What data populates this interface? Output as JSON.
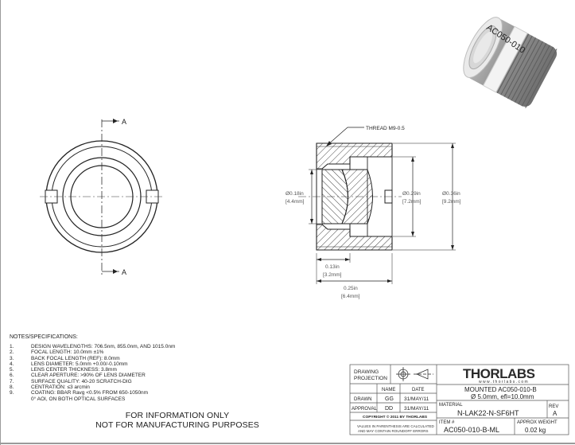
{
  "views": {
    "section_marker": "A",
    "thread_callout": "THREAD M9-0.5",
    "dims": {
      "d_outer_in": "Ø0.36in",
      "d_outer_mm": "[9.2mm]",
      "d_inner_in": "Ø0.29in",
      "d_inner_mm": "[7.2mm]",
      "d_aperture_in": "Ø0.18in",
      "d_aperture_mm": "[4.4mm]",
      "thick_in": "0.13in",
      "thick_mm": "[3.2mm]",
      "length_in": "0.25in",
      "length_mm": "[6.4mm]"
    },
    "photo_ring_text": "AC050-010"
  },
  "notes": {
    "title": "NOTES/SPECIFICATIONS:",
    "items": [
      {
        "num": "1.",
        "text": "DESIGN WAVELENGTHS: 706.5nm, 855.0nm, AND 1015.0nm"
      },
      {
        "num": "2.",
        "text": "FOCAL LENGTH: 10.0mm ±1%"
      },
      {
        "num": "3.",
        "text": "BACK FOCAL LENGTH (REF): 8.0mm"
      },
      {
        "num": "4.",
        "text": "LENS DIAMETER: 5.0mm +0.00/-0.10mm"
      },
      {
        "num": "5.",
        "text": "LENS CENTER THICKNESS: 3.8mm"
      },
      {
        "num": "6.",
        "text": "CLEAR APERTURE: >90% OF LENS DIAMETER"
      },
      {
        "num": "7.",
        "text": "SURFACE QUALITY: 40-20 SCRATCH-DIG"
      },
      {
        "num": "8.",
        "text": "CENTRATION: ≤3 arcmin"
      },
      {
        "num": "9.",
        "text": "COATING: BBAR Ravg <0.5% FROM 650-1050nm"
      },
      {
        "num": "",
        "text": "        0° AOI, ON BOTH OPTICAL SURFACES"
      }
    ]
  },
  "disclaimer": {
    "line1": "FOR INFORMATION ONLY",
    "line2": "NOT FOR MANUFACTURING PURPOSES"
  },
  "title_block": {
    "projection_label_1": "DRAWING",
    "projection_label_2": "PROJECTION",
    "col_name": "NAME",
    "col_date": "DATE",
    "row_drawn": "DRAWN",
    "drawn_name": "GG",
    "drawn_date": "31/MAY/11",
    "row_approval": "APPROVAL",
    "approval_name": "DD",
    "approval_date": "31/MAY/11",
    "copyright": "COPYRIGHT © 2011 BY THORLABS",
    "note_1": "VALUES IN PARENTHESIS ARE CALCULATED",
    "note_2": "AND MAY CONTAIN ROUNDOFF ERRORS",
    "logo": "THORLABS",
    "website": "w w w . t h o r l a b s . c o m",
    "part_title_1": "MOUNTED AC050-010-B",
    "part_title_2": "Ø 5.0mm, efl=10.0mm",
    "material_label": "MATERIAL",
    "material_value": "N-LAK22-N-SF6HT",
    "item_label": "ITEM #",
    "item_value": "AC050-010-B-ML",
    "rev_label": "REV",
    "rev_value": "A",
    "weight_label": "APPROX WEIGHT",
    "weight_value": "0.02 kg"
  }
}
